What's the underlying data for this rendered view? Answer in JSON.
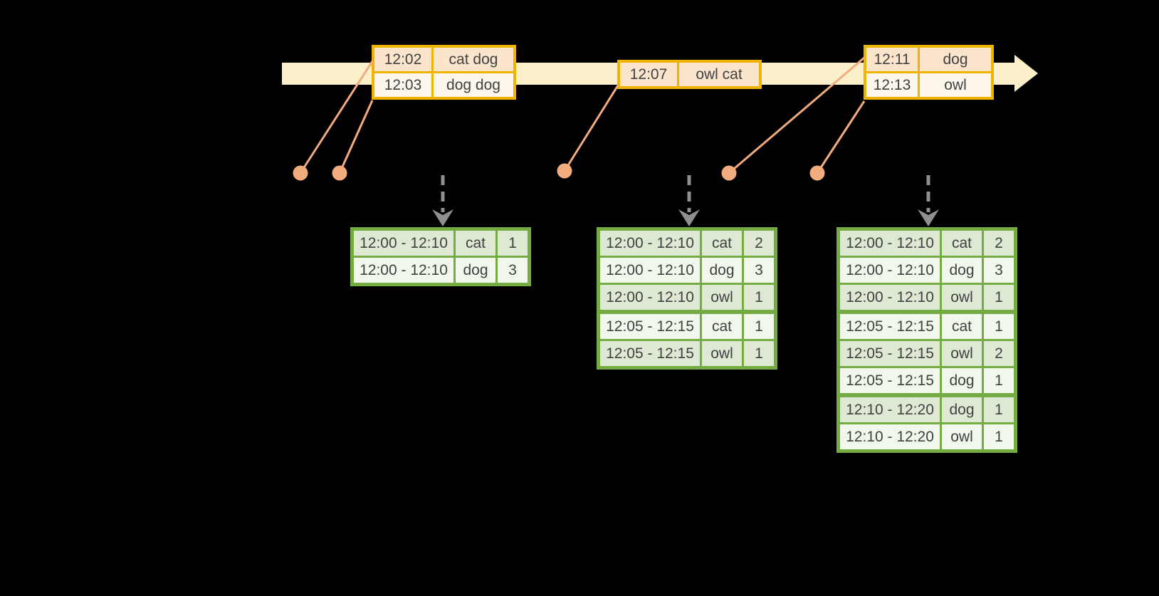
{
  "colors": {
    "background": "#000000",
    "timeline_band": "#FBF0C9",
    "event_table_border": "#F0B400",
    "event_row_dark": "#FAE5CC",
    "event_row_light": "#FDF6EC",
    "connector_salmon": "#F2AC7E",
    "result_table_border": "#74AC43",
    "result_row_dark": "#DEE9D4",
    "result_row_light": "#F2F7EC",
    "trigger_arrow_gray": "#8F8F8F",
    "text": "#414141"
  },
  "icons": {
    "timeline_arrowhead": "right-arrow-icon",
    "event_marker": "circle-dot-icon",
    "trigger_arrow": "dashed-down-arrow-icon"
  },
  "event_tables": [
    {
      "rows": [
        {
          "time": "12:02",
          "words": "cat dog"
        },
        {
          "time": "12:03",
          "words": "dog dog"
        }
      ]
    },
    {
      "rows": [
        {
          "time": "12:07",
          "words": "owl cat"
        }
      ]
    },
    {
      "rows": [
        {
          "time": "12:11",
          "words": "dog"
        },
        {
          "time": "12:13",
          "words": "owl"
        }
      ]
    }
  ],
  "result_tables": [
    {
      "rows": [
        {
          "window": "12:00 - 12:10",
          "word": "cat",
          "count": "1"
        },
        {
          "window": "12:00 - 12:10",
          "word": "dog",
          "count": "3"
        }
      ]
    },
    {
      "rows": [
        {
          "window": "12:00 - 12:10",
          "word": "cat",
          "count": "2"
        },
        {
          "window": "12:00 - 12:10",
          "word": "dog",
          "count": "3"
        },
        {
          "window": "12:00 - 12:10",
          "word": "owl",
          "count": "1"
        },
        {
          "window": "12:05 - 12:15",
          "word": "cat",
          "count": "1"
        },
        {
          "window": "12:05 - 12:15",
          "word": "owl",
          "count": "1"
        }
      ]
    },
    {
      "rows": [
        {
          "window": "12:00 - 12:10",
          "word": "cat",
          "count": "2"
        },
        {
          "window": "12:00 - 12:10",
          "word": "dog",
          "count": "3"
        },
        {
          "window": "12:00 - 12:10",
          "word": "owl",
          "count": "1"
        },
        {
          "window": "12:05 - 12:15",
          "word": "cat",
          "count": "1"
        },
        {
          "window": "12:05 - 12:15",
          "word": "owl",
          "count": "2"
        },
        {
          "window": "12:05 - 12:15",
          "word": "dog",
          "count": "1"
        },
        {
          "window": "12:10 - 12:20",
          "word": "dog",
          "count": "1"
        },
        {
          "window": "12:10 - 12:20",
          "word": "owl",
          "count": "1"
        }
      ]
    }
  ]
}
